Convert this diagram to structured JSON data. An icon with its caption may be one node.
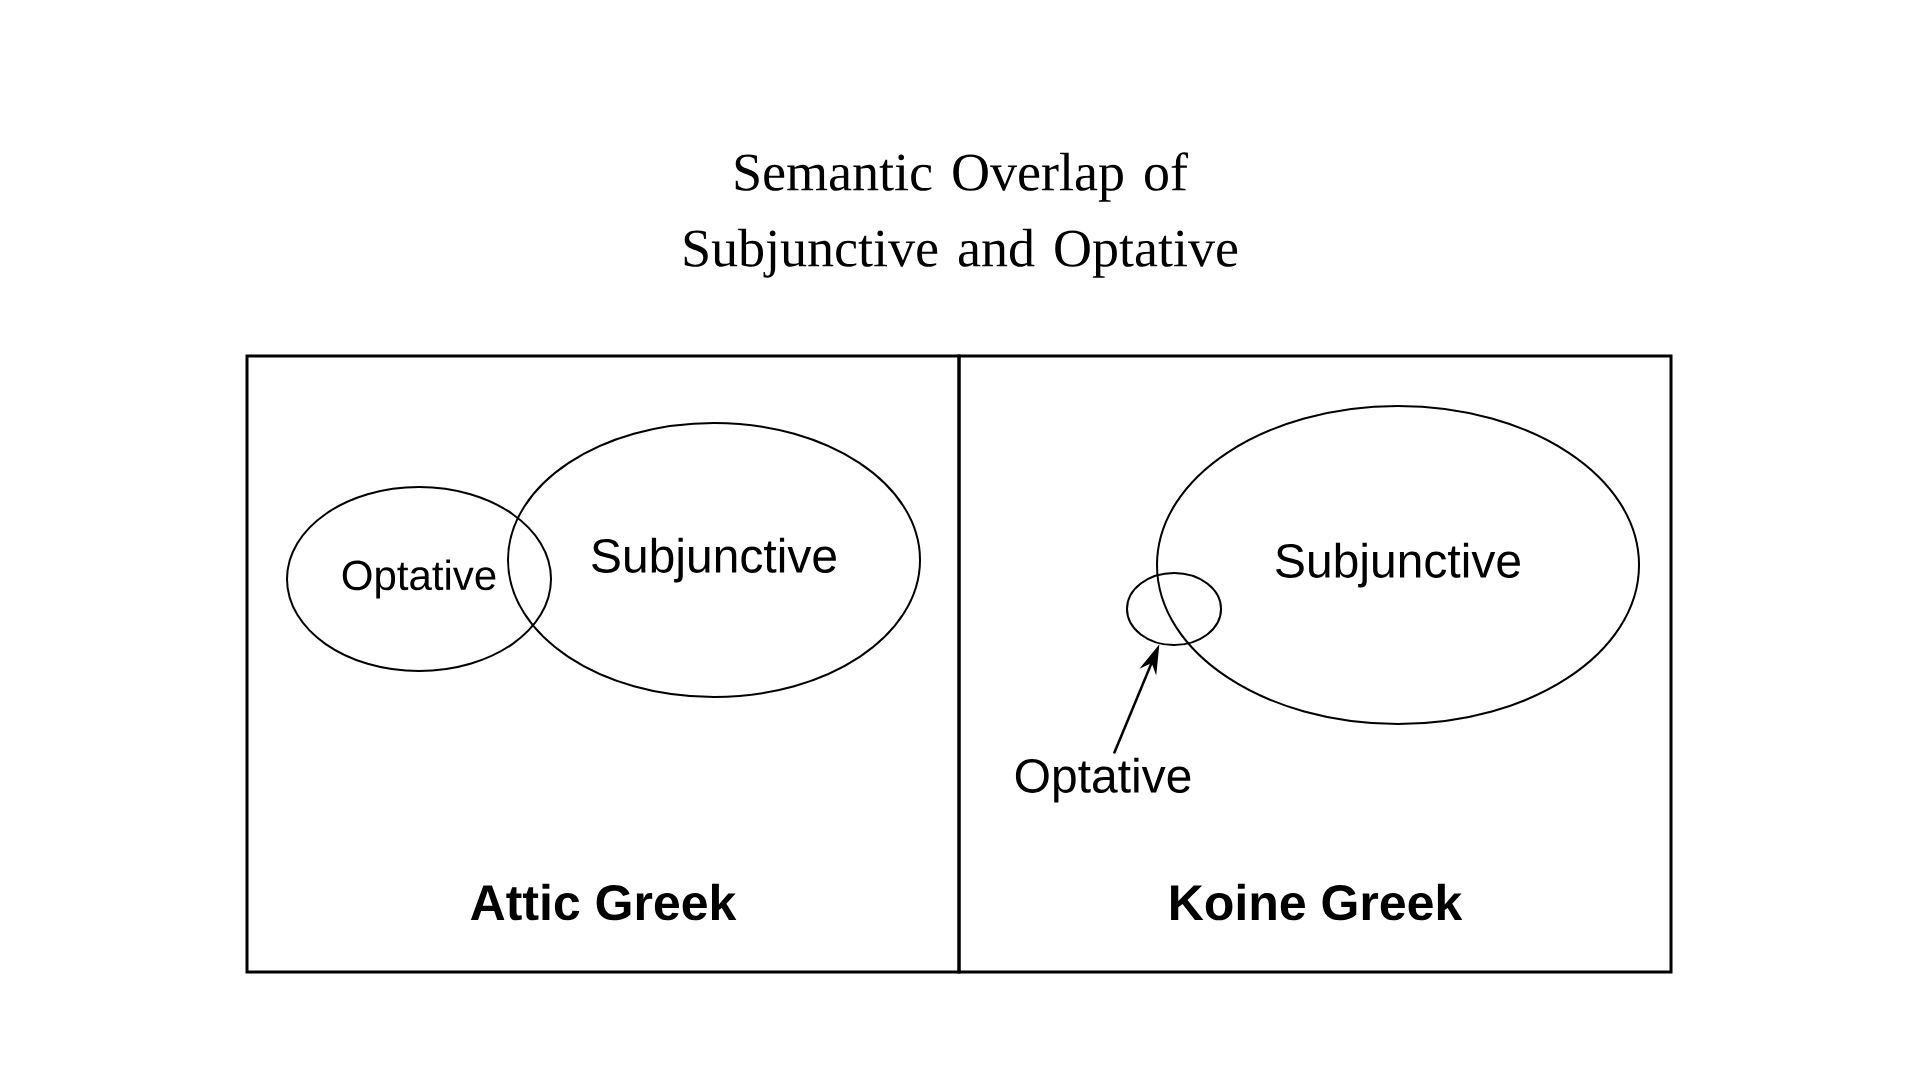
{
  "diagram": {
    "title": "Semantic Overlap of Subjunctive and Optative",
    "nodes": [
      {
        "text": [
          "Attic Greek"
        ]
      },
      {
        "text": [
          "Optative"
        ],
        "in": 0
      },
      {
        "text": [
          "Subjunctive"
        ],
        "in": 0
      },
      {
        "text": [
          "Koine Greek"
        ]
      },
      {
        "text": [
          "Subjunctive"
        ],
        "in": 3
      },
      {
        "text": [],
        "shape": "circle",
        "in": 3
      },
      {
        "text": [
          "Optative"
        ],
        "in": 3
      }
    ],
    "edges": [
      {
        "from": 6,
        "to": 5,
        "arrow": "to"
      }
    ]
  }
}
